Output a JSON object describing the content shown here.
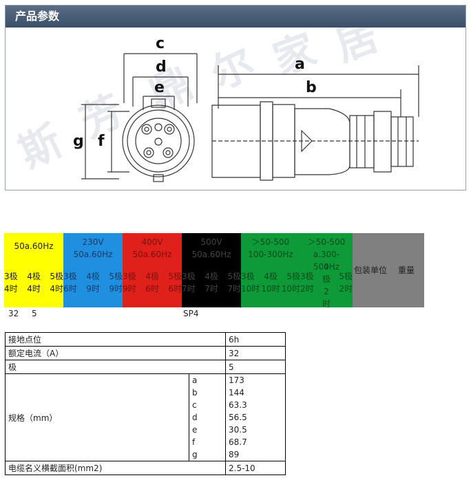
{
  "panel": {
    "title": "产品参数"
  },
  "diagram": {
    "labels": {
      "c": "c",
      "d": "d",
      "e": "e",
      "a": "a",
      "b": "b",
      "g": "g",
      "f": "f"
    }
  },
  "strip": {
    "blocks": [
      {
        "color": "#ffff00",
        "text_color": "#222222",
        "header": [
          "50a.60Hz"
        ],
        "cols": [
          [
            "3极",
            "4时"
          ],
          [
            "4极",
            "4时"
          ],
          [
            "5极",
            "4时"
          ]
        ]
      },
      {
        "color": "#1f8fe0",
        "text_color": "#1a3a66",
        "header": [
          "230V",
          "50a.60Hz"
        ],
        "cols": [
          [
            "3极",
            "6时"
          ],
          [
            "4极",
            "9时"
          ],
          [
            "5极",
            "9时"
          ]
        ]
      },
      {
        "color": "#e0201a",
        "text_color": "#7a1010",
        "header": [
          "400V",
          "50a.60Hz"
        ],
        "cols": [
          [
            "3极",
            "9时"
          ],
          [
            "4极",
            "6时"
          ],
          [
            "5极",
            "6时"
          ]
        ]
      },
      {
        "color": "#000000",
        "text_color": "#444444",
        "header": [
          "500V",
          "50a.60Hz"
        ],
        "cols": [
          [
            "3极",
            "7时"
          ],
          [
            "4极",
            "7时"
          ],
          [
            "5极",
            "7时"
          ]
        ]
      },
      {
        "color": "#0e9a38",
        "text_color": "#0a4a1c",
        "header": [
          "＞50-500",
          "100-300Hz"
        ],
        "cols": [
          [
            "3极",
            "10时"
          ],
          [
            "4极",
            "10时"
          ],
          [
            "5极",
            "10时"
          ]
        ]
      },
      {
        "color": "#0e9a38",
        "text_color": "#0a4a1c",
        "header": [
          "＞50-500",
          "a.300-500Hz"
        ],
        "cols": [
          [
            "3极",
            "2时"
          ],
          [
            "4",
            "极",
            "2",
            "时"
          ],
          [
            "5极",
            "2时"
          ]
        ]
      },
      {
        "color": "#808080",
        "text_color": "#222222",
        "header": [],
        "cols": [
          [
            "包装单位"
          ],
          [
            "重量"
          ]
        ]
      }
    ],
    "row2": [
      "32",
      "5",
      "SP4"
    ]
  },
  "table": {
    "ground_label": "接地点位",
    "ground_value": "6h",
    "current_label": "额定电流（A）",
    "current_value": "32",
    "poles_label": "极",
    "poles_value": "5",
    "spec_label": "规格（mm）",
    "dims": [
      {
        "letter": "a",
        "value": "173"
      },
      {
        "letter": "b",
        "value": "144"
      },
      {
        "letter": "c",
        "value": "63.3"
      },
      {
        "letter": "d",
        "value": "56.5"
      },
      {
        "letter": "e",
        "value": "30.5"
      },
      {
        "letter": "f",
        "value": "68.7"
      },
      {
        "letter": "g",
        "value": "89"
      }
    ],
    "cable_label": "电缆名义横截面积(mm2)",
    "cable_value": "2.5-10"
  }
}
